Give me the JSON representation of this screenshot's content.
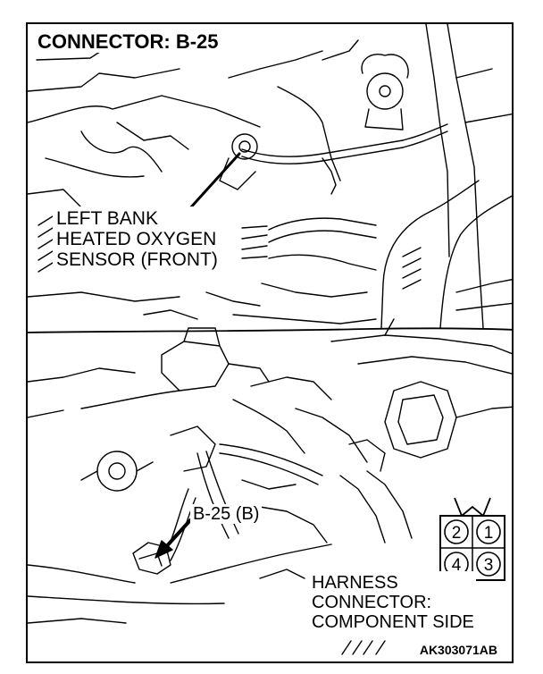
{
  "diagram": {
    "title": "CONNECTOR: B-25",
    "sensor_label": [
      "LEFT BANK",
      "HEATED OXYGEN",
      "SENSOR (FRONT)"
    ],
    "connector_callout": "B-25 (B)",
    "connector_pins": [
      "2",
      "1",
      "4",
      "3"
    ],
    "harness_label": [
      "HARNESS",
      "CONNECTOR:",
      "COMPONENT SIDE"
    ],
    "figure_code": "AK303071AB"
  },
  "colors": {
    "line": "#000000",
    "background": "#ffffff"
  }
}
